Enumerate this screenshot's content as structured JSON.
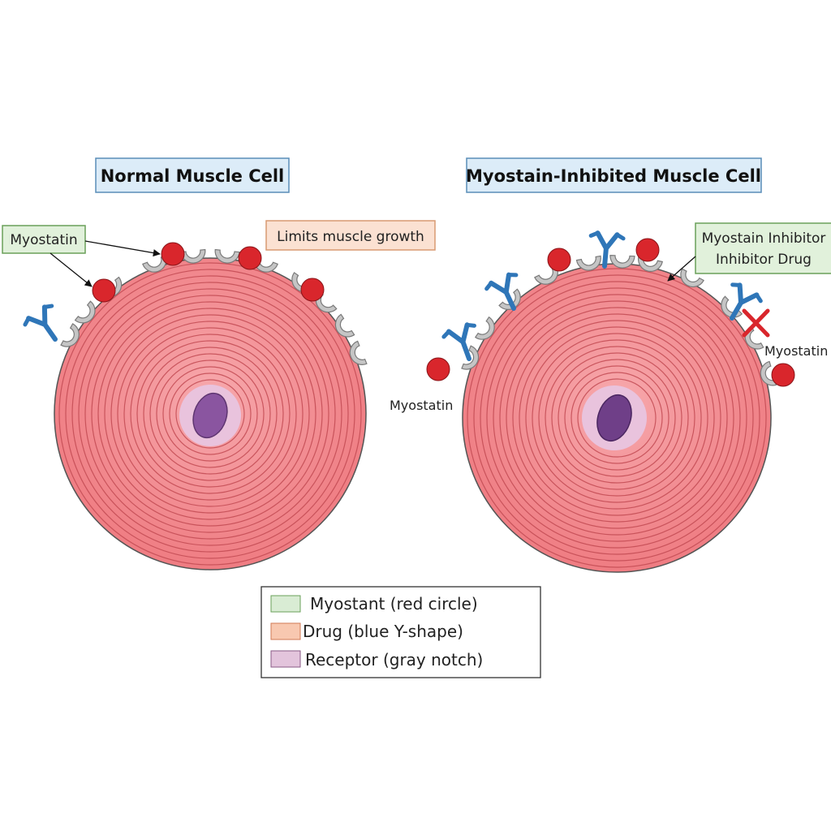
{
  "left_panel": {
    "title": "Normal Muscle Cell",
    "callout_myostatin": "Myostatin",
    "callout_limits": "Limits muscle growth"
  },
  "right_panel": {
    "title": "Myostain-Inhibited Muscle Cell",
    "callout_inhibitor_line1": "Myostain Inhibitor",
    "callout_inhibitor_line2": "Inhibitor Drug",
    "label_myostatin_left": "Myostatin",
    "label_myostatin_right": "Myostatin"
  },
  "legend": {
    "items": [
      {
        "label": "Myostant (red circle)",
        "swatch": "#d9ecd4"
      },
      {
        "label": "Drug (blue Y-shape)",
        "swatch": "#f8c8b0"
      },
      {
        "label": "Receptor (gray notch)",
        "swatch": "#e3c4dc"
      }
    ]
  },
  "colors": {
    "title_box_fill": "#dcecf8",
    "title_box_stroke": "#5a8db8",
    "green_box_fill": "#e1f1db",
    "green_box_stroke": "#6aa05a",
    "orange_box_fill": "#fbe1d2",
    "orange_box_stroke": "#d89a72",
    "cell_fill": "#f07f84",
    "ring_stroke": "#c24a52",
    "nucleus_halo": "#e9c3dd",
    "nucleus": "#8a55a0",
    "myostatin": "#d9262c",
    "drug": "#2f76b8",
    "receptor": "#c5c5c5"
  },
  "icons": [
    "myostatin-circle-icon",
    "drug-y-shape-icon",
    "receptor-notch-icon",
    "block-x-icon"
  ]
}
